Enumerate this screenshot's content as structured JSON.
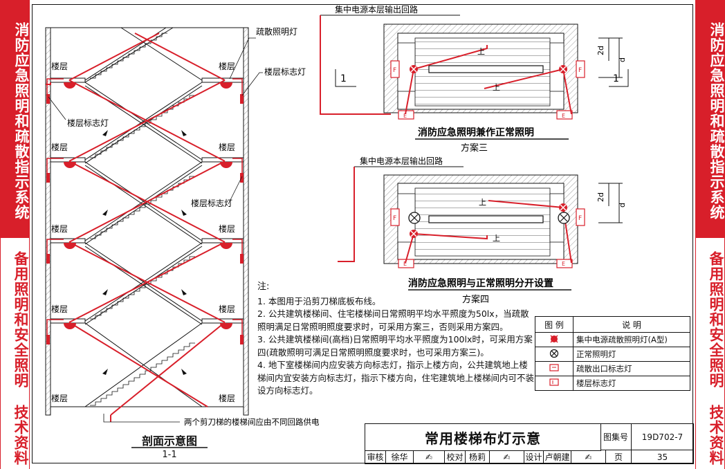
{
  "sidebar": {
    "left_sections": [
      {
        "label": "消防应急照明和疏散指示系统",
        "style": "red"
      },
      {
        "label": "备用照明和安全照明",
        "style": "white"
      },
      {
        "label": "技术资料",
        "style": "white"
      }
    ],
    "right_sections": [
      {
        "label": "消防应急照明和疏散指示系统",
        "style": "red"
      },
      {
        "label": "备用照明和安全照明",
        "style": "white"
      },
      {
        "label": "技术资料",
        "style": "white"
      }
    ]
  },
  "section_view": {
    "floor_labels": [
      "楼层",
      "楼层",
      "楼层",
      "楼层",
      "楼层"
    ],
    "callout_evac_light": "疏散照明灯",
    "callout_floor_sign_1": "楼层标志灯",
    "callout_floor_sign_2": "楼层标志灯",
    "callout_floor_sign_3": "楼层标志灯",
    "note_bottom": "两个剪刀梯的楼梯间应由不同回路供电",
    "caption": "剖面示意图",
    "caption_sub": "1-1"
  },
  "plan_a": {
    "circuit_label": "集中电源本层输出回路",
    "dim_1": "2d",
    "dim_2": "d",
    "up_1": "上",
    "up_2": "上",
    "section_mark_left": "1",
    "section_mark_right": "1",
    "sign_f": "F",
    "sign_e": "E",
    "title": "消防应急照明兼作正常照明",
    "subtitle": "方案三"
  },
  "plan_b": {
    "circuit_label": "集中电源本层输出回路",
    "dim_1": "2d",
    "dim_2": "d",
    "up_1": "上",
    "up_2": "上",
    "sign_f": "F",
    "sign_e": "E",
    "title": "消防应急照明与正常照明分开设置",
    "subtitle": "方案四"
  },
  "notes": {
    "heading": "注:",
    "items": [
      "1. 本图用于沿剪刀梯底板布线。",
      "2. 公共建筑楼梯间、住宅楼梯间日常照明平均水平照度为50lx，当疏散照明满足日常照明照度要求时，可采用方案三，否则采用方案四。",
      "3. 公共建筑楼梯间(高档)日常照明平均水平照度为100lx时，可采用方案四(疏散照明可满足日常照明照度要求时，也可采用方案三)。",
      "4. 地下室楼梯间内应安装方向标志灯，指示上楼方向，公共建筑地上楼梯间内宜安装方向标志灯，指示下楼方向，住宅建筑地上楼梯间内可不装设方向标志灯。"
    ]
  },
  "legend": {
    "col_symbol": "图 例",
    "col_desc": "说 明",
    "rows": [
      {
        "icon": "central-power-evac-light",
        "desc": "集中电源疏散照明灯(A型)"
      },
      {
        "icon": "normal-light",
        "desc": "正常照明灯"
      },
      {
        "icon": "exit-sign",
        "desc": "疏散出口标志灯"
      },
      {
        "icon": "floor-sign",
        "desc": "楼层标志灯"
      }
    ]
  },
  "title_block": {
    "title": "常用楼梯布灯示意",
    "atlas_label": "图集号",
    "atlas_no": "19D702-7",
    "review_label": "审核",
    "review_name": "徐华",
    "check_label": "校对",
    "check_name": "杨莉",
    "design_label": "设计",
    "design_name": "卢朝建",
    "page_label": "页",
    "page_no": "35"
  },
  "colors": {
    "accent": "#d81f2a",
    "line": "#111111",
    "hatch": "#888888"
  }
}
